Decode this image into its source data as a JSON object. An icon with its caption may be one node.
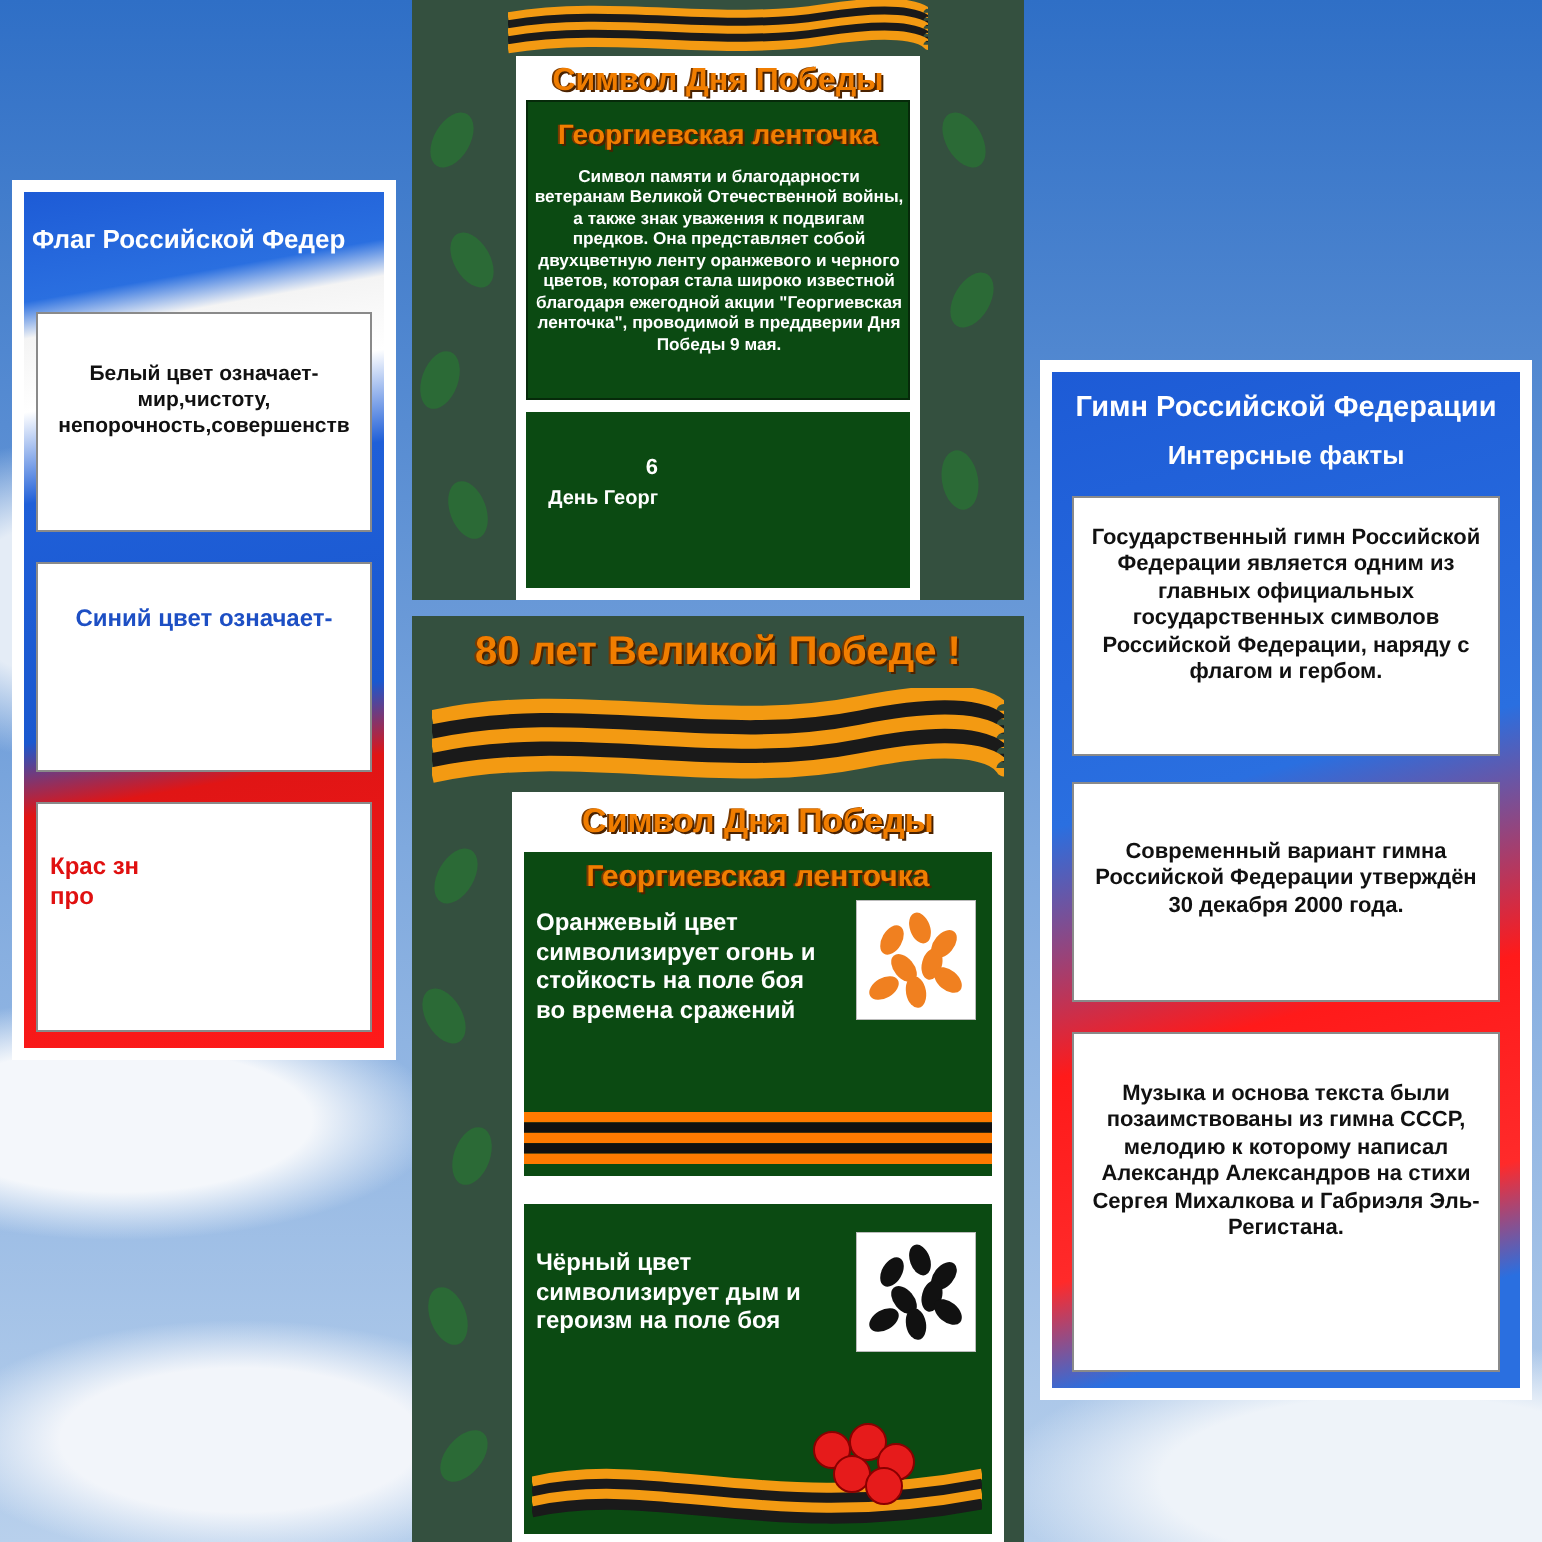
{
  "diagram": {
    "nodes": [
      {
        "text": [
          "Флаг Российской Федер"
        ]
      },
      {
        "text": [
          "Белый цвет означает- мир,чистоту, непорочность,совершенств"
        ],
        "in": 0
      },
      {
        "text": [
          "Синий цвет означает-"
        ],
        "in": 0
      },
      {
        "text": [
          "Крас зн про"
        ],
        "in": 0
      },
      {
        "text": [
          "Символ Дня Победы"
        ]
      },
      {
        "text": [
          "Георгиевская ленточка",
          "Символ памяти и благодарности ветеранам Великой Отечественной войны, а также знак уважения к подвигам предков. Она представляет собой двухцветную ленту оранжевого и черного цветов, которая стала широко известной благодаря ежегодной акции \"Георгиевская ленточка\", проводимой в преддверии Дня Победы 9 мая."
        ],
        "in": 4
      },
      {
        "text": [
          "6",
          "День Георг"
        ],
        "in": 4
      },
      {
        "text": [
          "80 лет Великой Победе !"
        ]
      },
      {
        "text": [
          "Символ Дня Победы"
        ],
        "in": 7
      },
      {
        "text": [
          "Георгиевская ленточка",
          "Оранжевый цвет символизирует огонь и стойкость на поле боя во времена сражений"
        ],
        "in": 8
      },
      {
        "text": [
          "Чёрный цвет символизирует дым и героизм на поле боя"
        ],
        "in": 8
      },
      {
        "text": [
          "Гимн Российской Федерации",
          "Интерсные факты"
        ]
      },
      {
        "text": [
          "Государственный гимн Российской Федерации является одним из главных официальных государственных символов Российской Федерации, наряду с флагом и гербом."
        ],
        "in": 11
      },
      {
        "text": [
          "Современный вариант гимна Российской Федерации утверждён 30 декабря 2000 года."
        ],
        "in": 11
      },
      {
        "text": [
          "Музыка и основа текста были позаимствованы из гимна СССР, мелодию к которому написал Александр Александров на стихи Сергея Михалкова и Габриэля Эль-Регистана."
        ],
        "in": 11
      }
    ]
  }
}
